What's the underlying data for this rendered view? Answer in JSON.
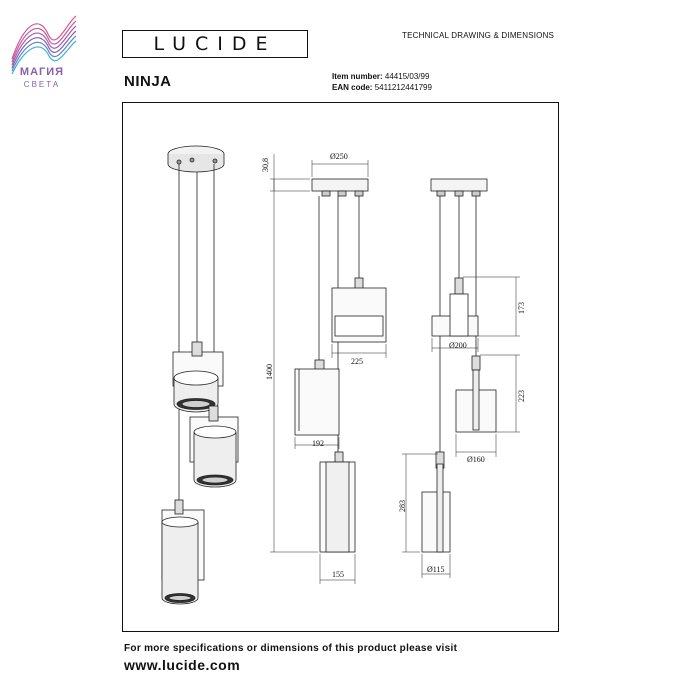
{
  "watermark": {
    "text": "МАГИЯ",
    "subtext": "СВЕТА",
    "colors": [
      "#d95a8c",
      "#8a5fb0",
      "#3fb3d6"
    ]
  },
  "brand": {
    "logo": "LUCIDE"
  },
  "header": {
    "doc_title": "TECHNICAL DRAWING & DIMENSIONS",
    "product_name": "NINJA",
    "item_label": "Item number:",
    "item_value": "44415/03/99",
    "ean_label": "EAN code:",
    "ean_value": "5411212441799"
  },
  "dimensions": {
    "canopy_height": "30,8",
    "canopy_diameter": "Ø250",
    "total_height": "1400",
    "top_shade_width": "225",
    "mid_shade_width": "192",
    "bottom_shade_width": "155",
    "top_shade_height": "173",
    "top_shade_diameter": "Ø200",
    "mid_shade_height": "223",
    "mid_shade_diameter": "Ø160",
    "bottom_shade_height": "283",
    "bottom_shade_diameter": "Ø115"
  },
  "footer": {
    "more_info": "For more specifications or dimensions of this product please visit",
    "url": "www.lucide.com"
  }
}
